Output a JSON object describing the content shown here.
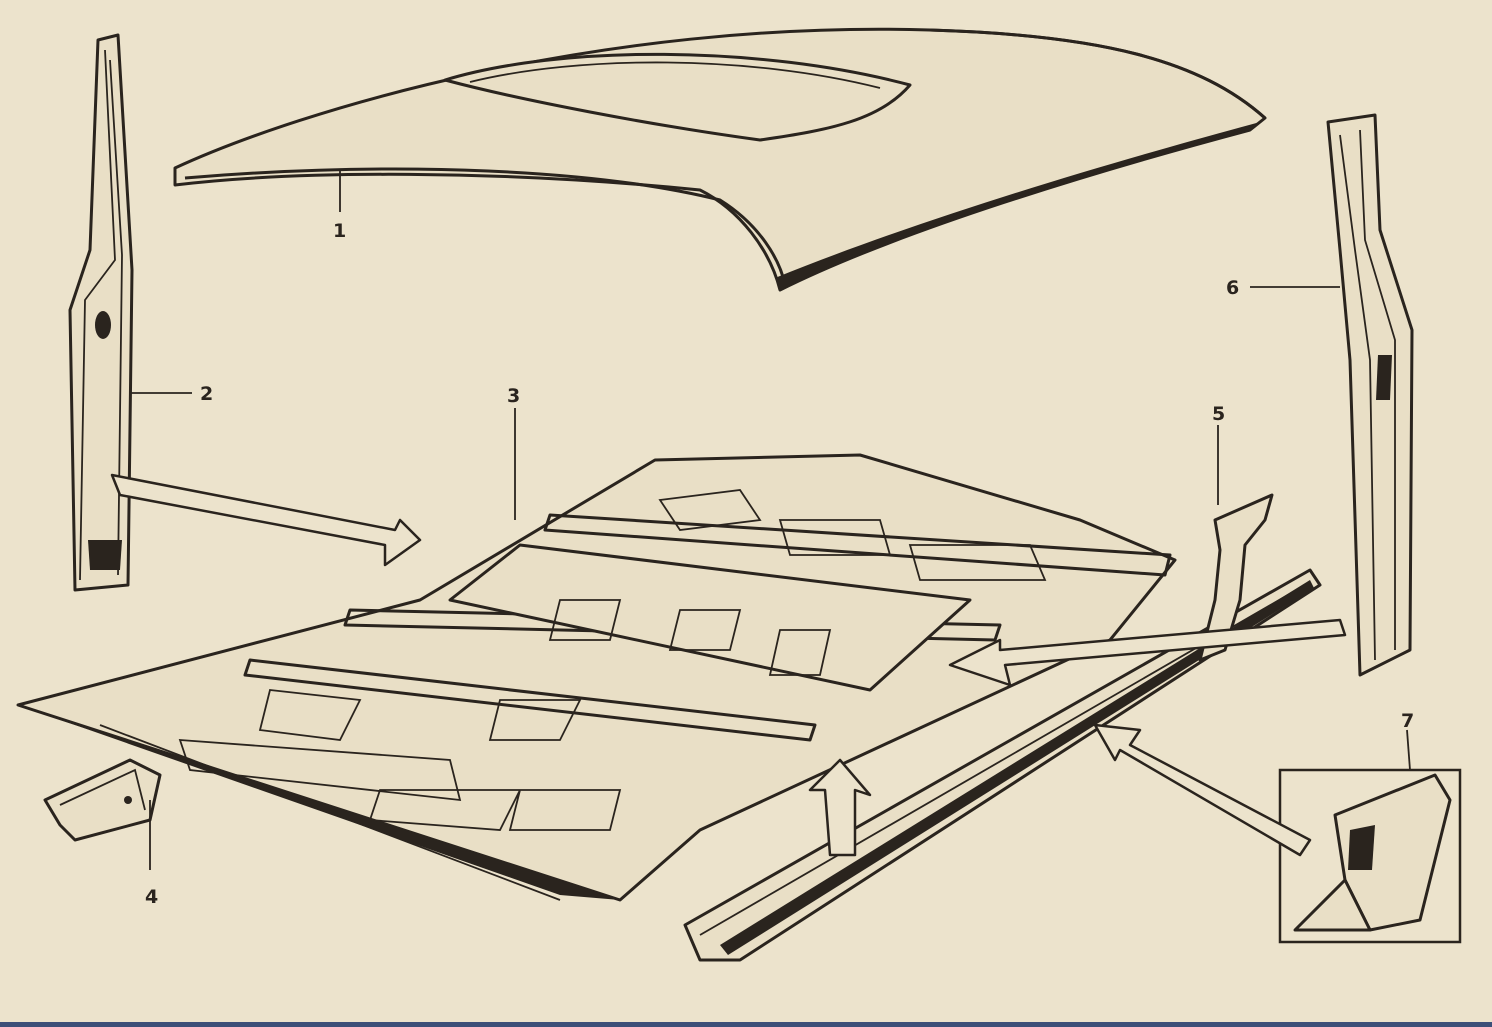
{
  "figure": {
    "part_labels": [
      "1",
      "2",
      "3",
      "4",
      "5",
      "6",
      "7"
    ],
    "colors": {
      "paper": "#ece3cc",
      "ink": "#2a241e",
      "bottom_bar": "#3c4f78"
    }
  }
}
